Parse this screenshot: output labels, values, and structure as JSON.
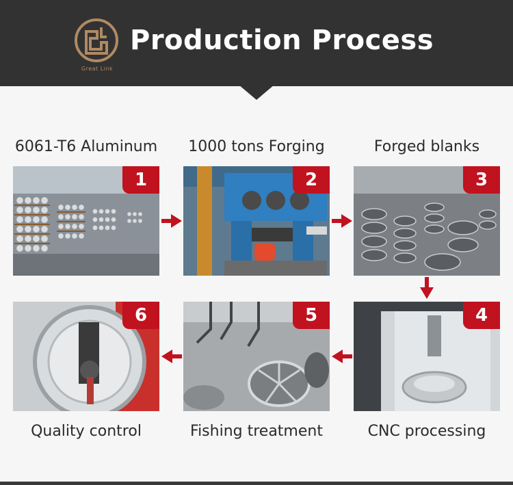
{
  "header": {
    "title": "Production Process",
    "logo_text": "Great Link"
  },
  "steps": [
    {
      "number": "1",
      "label": "6061-T6 Aluminum"
    },
    {
      "number": "2",
      "label": "1000 tons Forging"
    },
    {
      "number": "3",
      "label": "Forged blanks"
    },
    {
      "number": "4",
      "label": "CNC processing"
    },
    {
      "number": "5",
      "label": "Fishing treatment"
    },
    {
      "number": "6",
      "label": "Quality control"
    }
  ],
  "colors": {
    "header_bg": "#323232",
    "accent_red": "#c1121f",
    "logo_gold": "#b08a63",
    "page_bg": "#f6f6f6"
  },
  "icons": [
    "arrow-right-icon",
    "arrow-down-icon",
    "arrow-left-icon"
  ]
}
